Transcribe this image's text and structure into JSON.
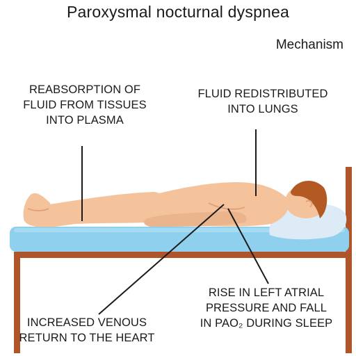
{
  "title": "Paroxysmal nocturnal dyspnea",
  "subtitle": "Mechanism",
  "labels": {
    "reabsorption": [
      "REABSORPTION OF",
      "FLUID FROM TISSUES",
      "INTO PLASMA"
    ],
    "redistributed": [
      "FLUID REDISTRIBUTED",
      "INTO LUNGS"
    ],
    "venous_return": [
      "INCREASED VENOUS",
      "RETURN TO THE HEART"
    ],
    "atrial_pressure": [
      "RISE IN LEFT ATRIAL",
      "PRESSURE AND FALL",
      "IN PaO₂ DURING SLEEP"
    ]
  },
  "colors": {
    "bed_frame": "#b0552a",
    "mattress": "#8ed0ee",
    "pillow": "#dcebf6",
    "skin": "#f4c39b",
    "skin_shadow": "#e0a27a",
    "hair": "#b35a23",
    "leader_line": "#1a1a1a"
  }
}
